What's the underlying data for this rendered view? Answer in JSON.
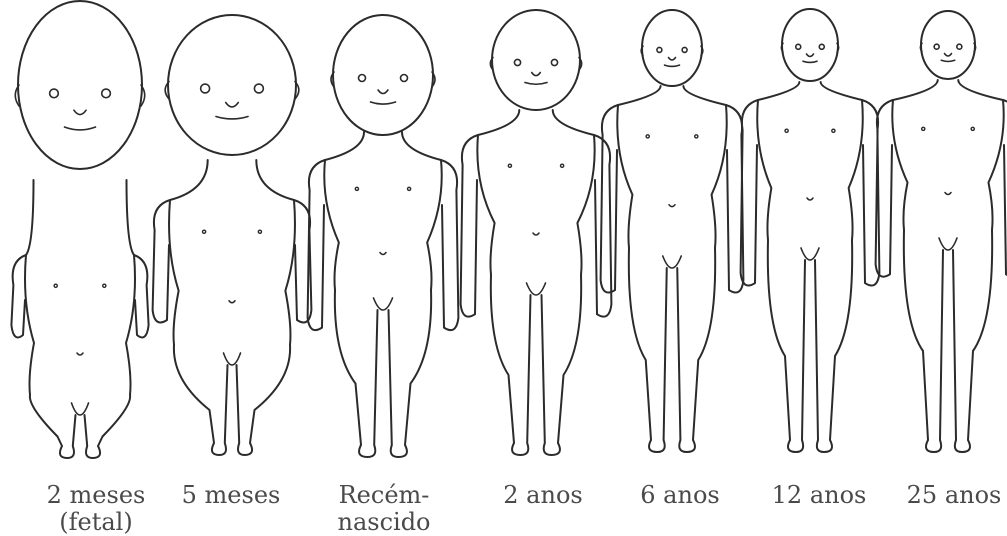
{
  "figures": [
    {
      "id": "2-meses",
      "label": [
        "2 meses",
        "(fetal)"
      ]
    },
    {
      "id": "5-meses",
      "label": [
        "5 meses"
      ]
    },
    {
      "id": "recem-nascido",
      "label": [
        "Recém-",
        "nascido"
      ]
    },
    {
      "id": "2-anos",
      "label": [
        "2 anos"
      ]
    },
    {
      "id": "6-anos",
      "label": [
        "6 anos"
      ]
    },
    {
      "id": "12-anos",
      "label": [
        "12 anos"
      ]
    },
    {
      "id": "25-anos",
      "label": [
        "25 anos"
      ]
    }
  ],
  "colors": {
    "line": "#2b2b2b",
    "text": "#4a4a4a",
    "background": "#ffffff"
  }
}
